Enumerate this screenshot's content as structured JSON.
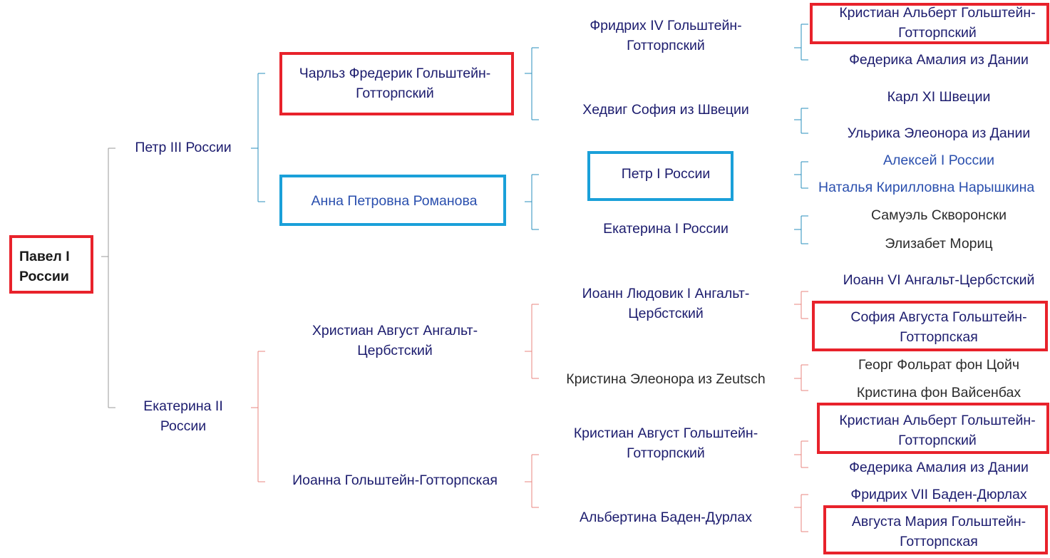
{
  "root": "Павел I России",
  "gen1": {
    "father": "Петр III России",
    "mother": "Екатерина II России"
  },
  "gen2": {
    "pf": "Чарльз Фредерик Гольштейн-Готторпский",
    "pm": "Анна Петровна Романова",
    "mf": "Христиан Август Ангальт-Цербстский",
    "mm": "Иоанна Гольштейн-Готторпская"
  },
  "gen3": {
    "pff": "Фридрих IV Гольштейн-Готторпский",
    "pfm": "Хедвиг София из Швеции",
    "pmf": "Петр I России",
    "pmm": "Екатерина I России",
    "mff": "Иоанн Людовик I Ангальт-Цербстский",
    "mfm": "Кристина Элеонора из Zeutsch",
    "mmf": "Кристиан Август Гольштейн-Готторпский",
    "mmm": "Альбертина Баден-Дурлах"
  },
  "gen4": [
    "Кристиан Альберт Гольштейн-Готторпский",
    "Федерика Амалия из Дании",
    "Карл XI Швеции",
    "Ульрика Элеонора из Дании",
    "Алексей I России",
    "Наталья Кирилловна Нарышкина",
    "Самуэль Скворонски",
    "Элизабет Мориц",
    "Иоанн VI Ангальт-Цербстский",
    "София Августа Гольштейн-Готторпская",
    "Георг Фольрат фон Цойч",
    "Кристина фон Вайсенбах",
    "Кристиан Альберт Гольштейн-Готторпский",
    "Федерика Амалия из Дании",
    "Фридрих VII Баден-Дюрлах",
    "Августа Мария Гольштейн-Готторпская"
  ],
  "colors": {
    "highlight_red": "#e8222b",
    "highlight_cyan": "#1aa0d9",
    "paternal_line": "#2a8fbd",
    "maternal_line": "#e8867f",
    "root_line": "#9a9a9a",
    "name_navy": "#1c1c6e",
    "name_blue": "#2a4fae"
  }
}
